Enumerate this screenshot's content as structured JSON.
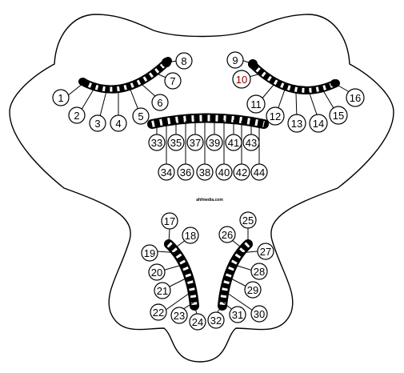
{
  "watermark": "ahfmedia.com",
  "colors": {
    "ink": "#000000",
    "paper": "#ffffff",
    "label_10": "#8b0000"
  },
  "labels": {
    "n1": "1",
    "n2": "2",
    "n3": "3",
    "n4": "4",
    "n5": "5",
    "n6": "6",
    "n7": "7",
    "n8": "8",
    "n9": "9",
    "n10": "10",
    "n11": "11",
    "n12": "12",
    "n13": "13",
    "n14": "14",
    "n15": "15",
    "n16": "16",
    "n17": "17",
    "n18": "18",
    "n19": "19",
    "n20": "20",
    "n21": "21",
    "n22": "22",
    "n23": "23",
    "n24": "24",
    "n25": "25",
    "n26": "26",
    "n27": "27",
    "n28": "28",
    "n29": "29",
    "n30": "30",
    "n31": "31",
    "n32": "32",
    "n33": "33",
    "n34": "34",
    "n35": "35",
    "n36": "36",
    "n37": "37",
    "n38": "38",
    "n39": "39",
    "n40": "40",
    "n41": "41",
    "n42": "42",
    "n43": "43",
    "n44": "44"
  }
}
